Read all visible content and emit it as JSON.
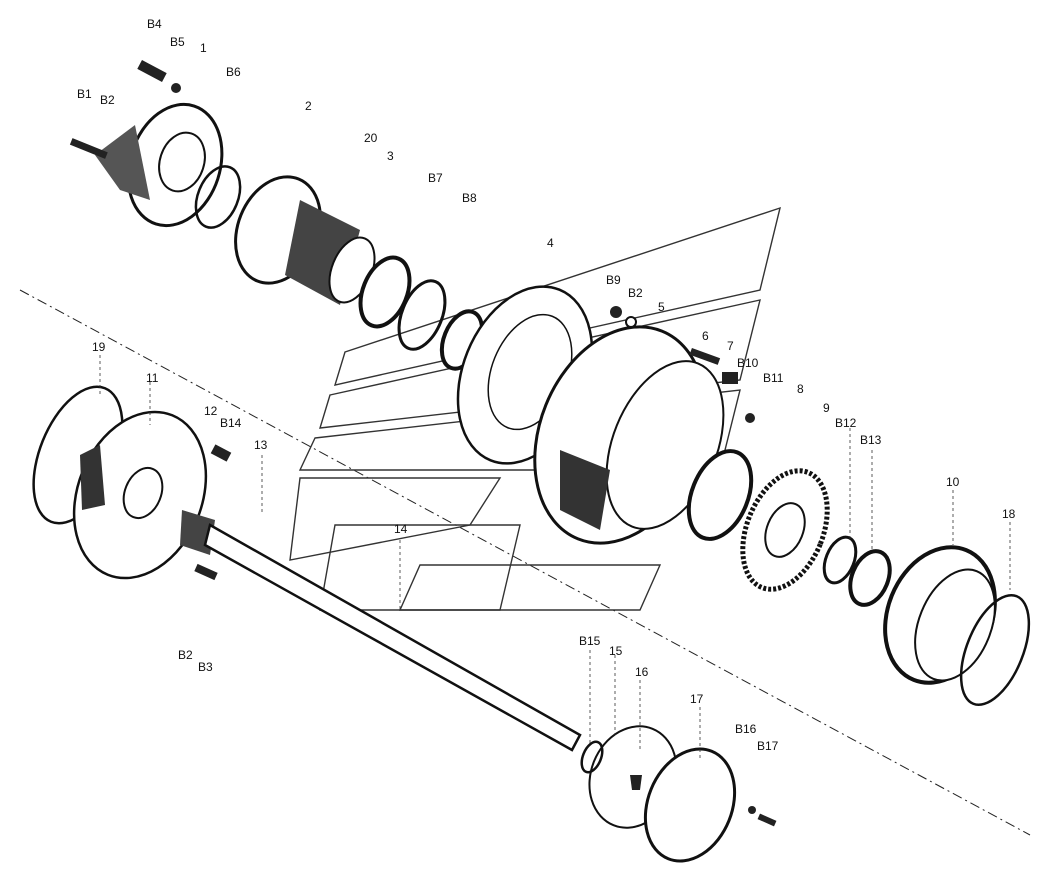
{
  "diagram": {
    "labels": [
      "B4",
      "B5",
      "1",
      "B6",
      "B1",
      "B2",
      "2",
      "20",
      "3",
      "B7",
      "B8",
      "4",
      "B9",
      "B2",
      "5",
      "6",
      "7",
      "B10",
      "B11",
      "8",
      "9",
      "B12",
      "B13",
      "19",
      "11",
      "12",
      "B14",
      "13",
      "14",
      "10",
      "18",
      "B2",
      "B3",
      "B15",
      "15",
      "16",
      "17",
      "B16",
      "B17"
    ]
  }
}
